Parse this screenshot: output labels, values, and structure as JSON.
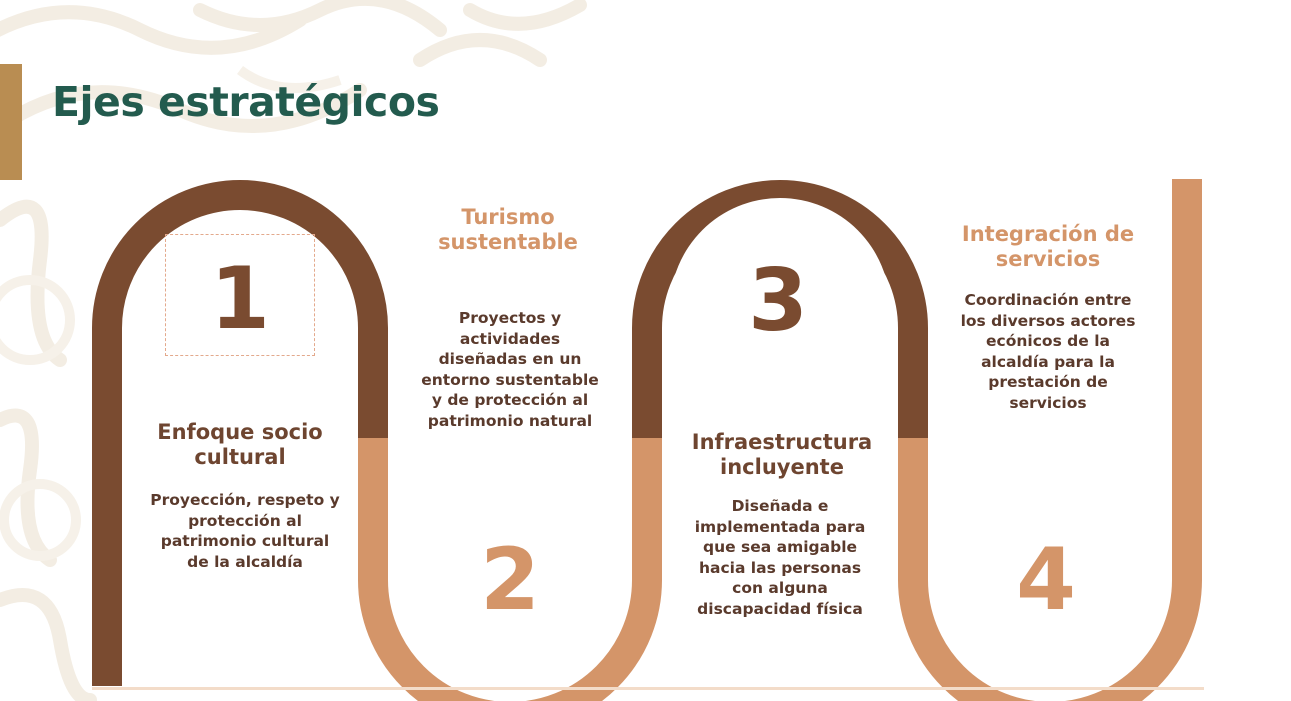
{
  "slide": {
    "title": "Ejes estratégicos"
  },
  "colors": {
    "title": "#235b4e",
    "accent_bar": "#b98d52",
    "dark_brown": "#7a4b30",
    "light_terracotta": "#d49569"
  },
  "axes": [
    {
      "number": "1",
      "title_lines": [
        "Enfoque socio",
        "cultural"
      ],
      "description_lines": [
        "Proyección, respeto y",
        "protección al",
        "patrimonio cultural",
        "de la alcaldía"
      ]
    },
    {
      "number": "2",
      "title_lines": [
        "Turismo",
        "sustentable"
      ],
      "description_lines": [
        "Proyectos y",
        "actividades",
        "diseñadas en un",
        "entorno sustentable",
        "y de protección al",
        "patrimonio natural"
      ]
    },
    {
      "number": "3",
      "title_lines": [
        "Infraestructura",
        "incluyente"
      ],
      "description_lines": [
        "Diseñada e",
        "implementada para",
        "que sea amigable",
        "hacia las personas",
        "con alguna",
        "discapacidad física"
      ]
    },
    {
      "number": "4",
      "title_lines": [
        "Integración de",
        "servicios"
      ],
      "description_lines": [
        "Coordinación entre",
        "los diversos actores",
        "ecónicos de la",
        "alcaldía para la",
        "prestación de",
        "servicios"
      ]
    }
  ]
}
